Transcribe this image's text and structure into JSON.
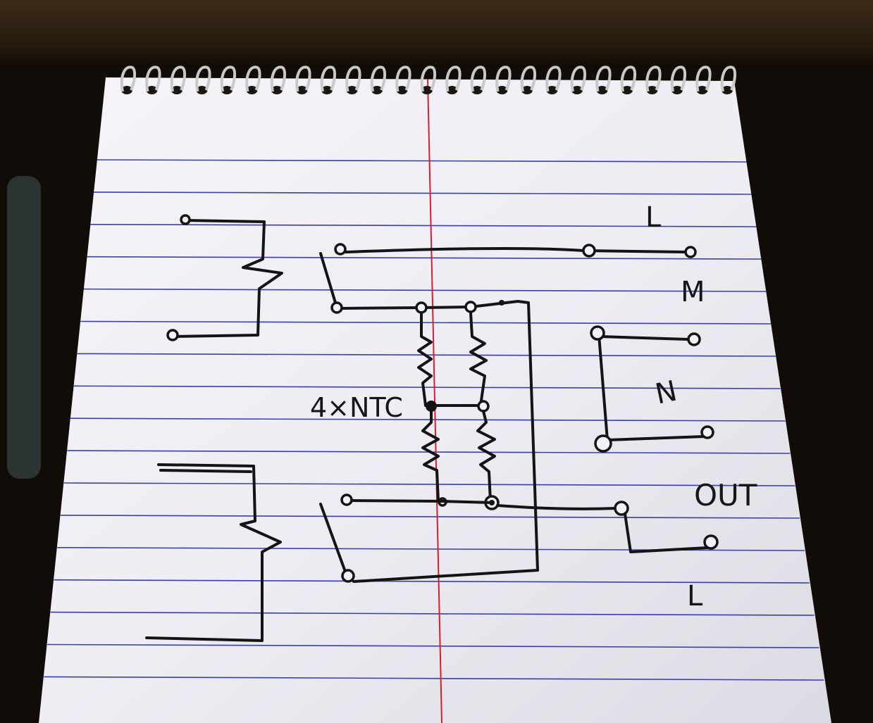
{
  "colors": {
    "background": "#1a130c",
    "paper": "#f3f1f6",
    "rule_line": "#3b3fa8",
    "margin_line": "#d81e2a",
    "ink": "#141414",
    "spiral": "#c9c9c9"
  },
  "diagram": {
    "labels": {
      "l_top": "L",
      "m": "M",
      "ntc": "4×NTC",
      "n": "N",
      "out": "OUT",
      "l_bottom": "L"
    },
    "components": [
      {
        "name": "relay-coil-top",
        "type": "coil"
      },
      {
        "name": "relay-coil-bottom",
        "type": "coil"
      },
      {
        "name": "switch-top",
        "type": "switch"
      },
      {
        "name": "switch-bottom",
        "type": "switch"
      },
      {
        "name": "ntc-1",
        "type": "resistor"
      },
      {
        "name": "ntc-2",
        "type": "resistor"
      },
      {
        "name": "ntc-3",
        "type": "resistor"
      },
      {
        "name": "ntc-4",
        "type": "resistor"
      }
    ]
  }
}
